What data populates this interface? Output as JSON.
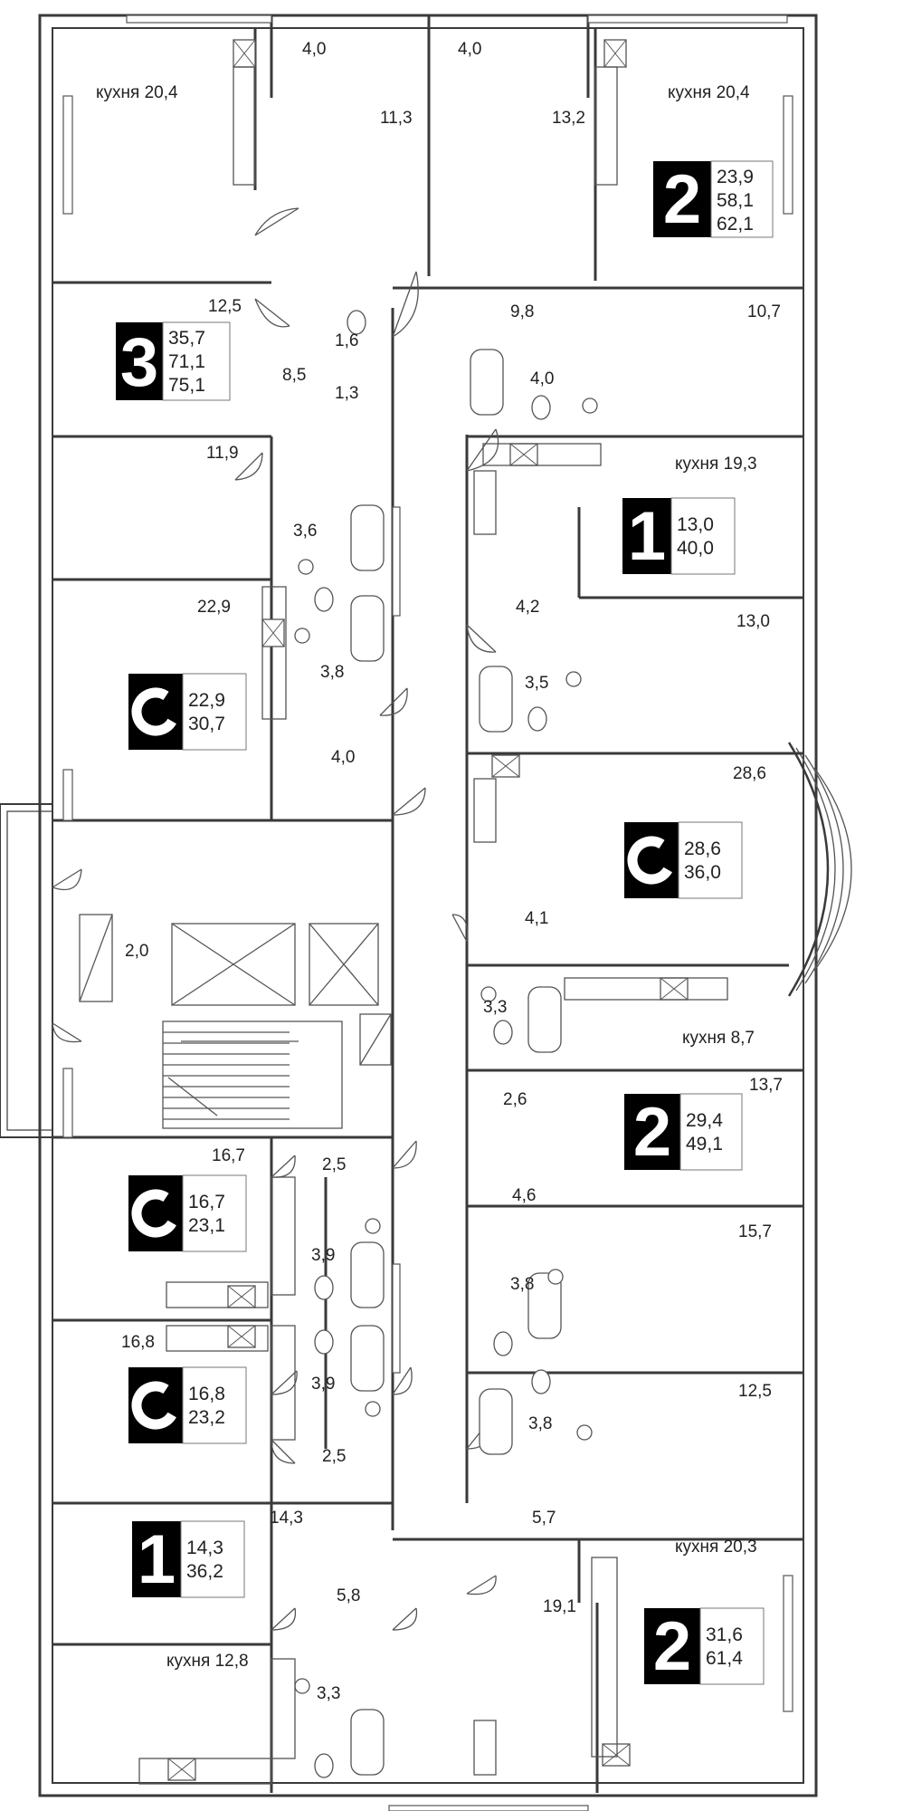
{
  "colors": {
    "wall": "#3a3a3a",
    "tag": "#000000",
    "tag_text": "#ffffff",
    "background": "#ffffff"
  },
  "rooms": {
    "a1": "4,0",
    "a2": "4,0",
    "a3": "11,3",
    "a4": "13,2",
    "kitchen_tl": "кухня 20,4",
    "kitchen_tr": "кухня 20,4",
    "a5": "12,5",
    "a6": "1,6",
    "a7": "9,8",
    "a8": "10,7",
    "a9": "8,5",
    "a10": "4,0",
    "a11": "1,3",
    "kitchen_r1": "кухня 19,3",
    "a12": "11,9",
    "a13": "3,6",
    "a14": "22,9",
    "a15": "4,2",
    "a16": "13,0",
    "a17": "3,8",
    "a18": "3,5",
    "a19": "4,0",
    "a20": "28,6",
    "a21": "4,1",
    "a22": "2,0",
    "a23": "3,3",
    "kitchen_r2": "кухня 8,7",
    "a24": "13,7",
    "a25": "2,6",
    "a26": "16,7",
    "a27": "2,5",
    "a28": "4,6",
    "a29": "3,9",
    "a30": "15,7",
    "a31": "3,8",
    "a32": "16,8",
    "a33": "3,9",
    "a34": "12,5",
    "a35": "3,8",
    "a36": "2,5",
    "a37": "14,3",
    "a38": "5,7",
    "kitchen_r3": "кухня 20,3",
    "a39": "5,8",
    "a40": "19,1",
    "kitchen_bl": "кухня 12,8",
    "a41": "3,3"
  },
  "apartments": [
    {
      "id": "apt-2-top-right",
      "type": "2",
      "values": [
        "23,9",
        "58,1",
        "62,1"
      ]
    },
    {
      "id": "apt-3-top-left",
      "type": "3",
      "values": [
        "35,7",
        "71,1",
        "75,1"
      ]
    },
    {
      "id": "apt-1-right-upper",
      "type": "1",
      "values": [
        "13,0",
        "40,0"
      ]
    },
    {
      "id": "apt-studio-left-upper",
      "type": "C",
      "values": [
        "22,9",
        "30,7"
      ]
    },
    {
      "id": "apt-studio-right-bay",
      "type": "C",
      "values": [
        "28,6",
        "36,0"
      ]
    },
    {
      "id": "apt-2-right-middle",
      "type": "2",
      "values": [
        "29,4",
        "49,1"
      ]
    },
    {
      "id": "apt-studio-left-1",
      "type": "C",
      "values": [
        "16,7",
        "23,1"
      ]
    },
    {
      "id": "apt-studio-left-2",
      "type": "C",
      "values": [
        "16,8",
        "23,2"
      ]
    },
    {
      "id": "apt-1-left-lower",
      "type": "1",
      "values": [
        "14,3",
        "36,2"
      ]
    },
    {
      "id": "apt-2-bottom-right",
      "type": "2",
      "values": [
        "31,6",
        "61,4"
      ]
    }
  ]
}
